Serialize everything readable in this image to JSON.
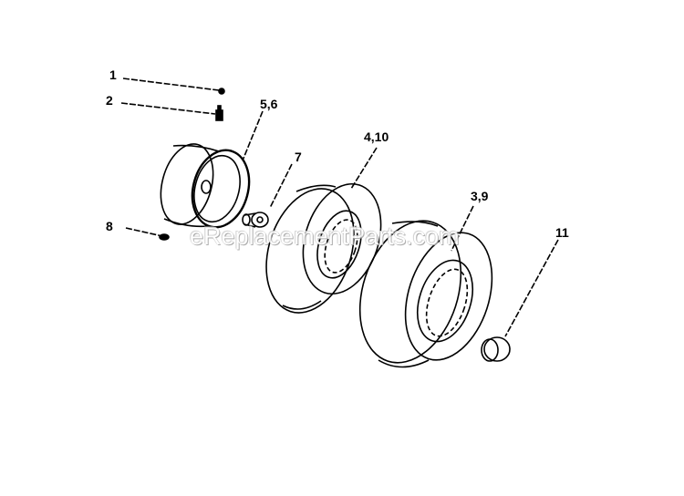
{
  "diagram": {
    "type": "exploded-parts-diagram",
    "subject": "wheel and tire assembly",
    "watermark": "eReplacementParts.com",
    "callouts": [
      {
        "id": "1",
        "label": "1",
        "part": "small fastener"
      },
      {
        "id": "2",
        "label": "2",
        "part": "grease fitting"
      },
      {
        "id": "5,6",
        "label": "5,6",
        "part": "wheel rim"
      },
      {
        "id": "7",
        "label": "7",
        "part": "bushing / spacer"
      },
      {
        "id": "4,10",
        "label": "4,10",
        "part": "tire (inner)"
      },
      {
        "id": "3,9",
        "label": "3,9",
        "part": "tire (outer)"
      },
      {
        "id": "11",
        "label": "11",
        "part": "hub cap"
      },
      {
        "id": "8",
        "label": "8",
        "part": "valve stem"
      }
    ],
    "line_color": "#000000",
    "background": "#ffffff"
  }
}
